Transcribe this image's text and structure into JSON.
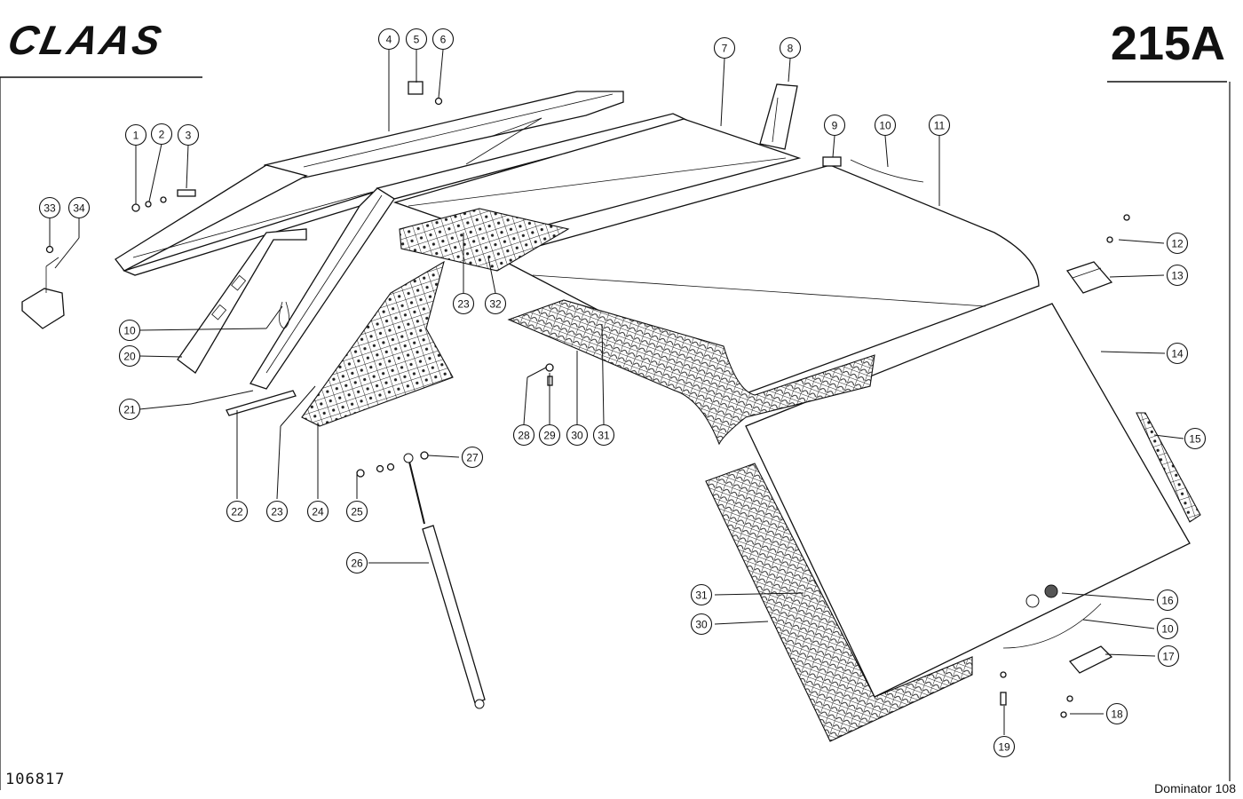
{
  "header": {
    "brand": "CLAAS",
    "page_code": "215A"
  },
  "footer": {
    "doc_number": "106817",
    "model": "Dominator 108"
  },
  "callouts": [
    {
      "label": "1"
    },
    {
      "label": "2"
    },
    {
      "label": "3"
    },
    {
      "label": "4"
    },
    {
      "label": "5"
    },
    {
      "label": "6"
    },
    {
      "label": "7"
    },
    {
      "label": "8"
    },
    {
      "label": "9"
    },
    {
      "label": "10"
    },
    {
      "label": "11"
    },
    {
      "label": "12"
    },
    {
      "label": "13"
    },
    {
      "label": "14"
    },
    {
      "label": "15"
    },
    {
      "label": "16"
    },
    {
      "label": "10"
    },
    {
      "label": "17"
    },
    {
      "label": "18"
    },
    {
      "label": "19"
    },
    {
      "label": "31"
    },
    {
      "label": "30"
    },
    {
      "label": "26"
    },
    {
      "label": "27"
    },
    {
      "label": "25"
    },
    {
      "label": "24"
    },
    {
      "label": "23"
    },
    {
      "label": "22"
    },
    {
      "label": "21"
    },
    {
      "label": "20"
    },
    {
      "label": "10"
    },
    {
      "label": "33"
    },
    {
      "label": "34"
    },
    {
      "label": "23"
    },
    {
      "label": "32"
    },
    {
      "label": "28"
    },
    {
      "label": "29"
    },
    {
      "label": "30"
    },
    {
      "label": "31"
    }
  ]
}
